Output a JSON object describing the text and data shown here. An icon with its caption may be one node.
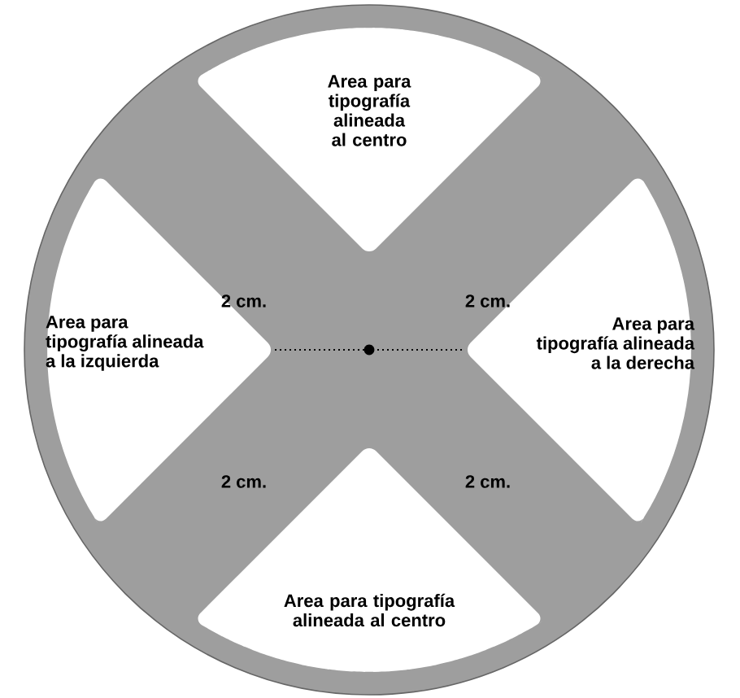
{
  "diagram": {
    "nodes": [
      {
        "text": [
          "Area para tipografía alineada al centro"
        ]
      },
      {
        "text": [
          "Area para tipografía alineada a la izquierda"
        ]
      },
      {
        "text": [
          "Area para tipografía alineada a la derecha"
        ]
      },
      {
        "text": [
          "Area para tipografía alineada al centro"
        ]
      }
    ],
    "labels": [
      "2 cm.",
      "2 cm.",
      "2 cm.",
      "2 cm."
    ]
  }
}
